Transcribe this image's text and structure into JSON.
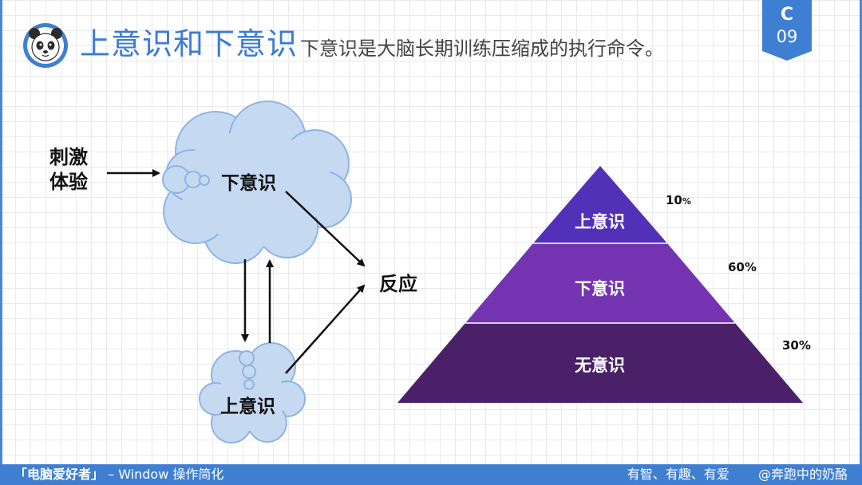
{
  "header": {
    "title": "上意识和下意识",
    "subtitle": "下意识是大脑长期训练压缩成的执行命令。",
    "badge_letter": "C",
    "badge_number": "09"
  },
  "flow": {
    "stimulus_line1": "刺激",
    "stimulus_line2": "体验",
    "subconscious": "下意识",
    "conscious": "上意识",
    "reaction": "反应"
  },
  "pyramid": {
    "levels": [
      {
        "label": "上意识",
        "percent": "10",
        "percent_unit": "%",
        "color": "#5330b8"
      },
      {
        "label": "下意识",
        "percent": "60%",
        "color": "#7434b2"
      },
      {
        "label": "无意识",
        "percent": "30%",
        "color": "#4a2068"
      }
    ]
  },
  "footer": {
    "brand": "「电脑爱好者」",
    "separator": "– Window 操作简化",
    "slogan": "有智、有趣、有爱",
    "author": "@奔跑中的奶酪"
  },
  "colors": {
    "accent": "#3a7bd5",
    "cloud_fill": "#c5d9f1",
    "cloud_stroke": "#8fb4e3"
  }
}
